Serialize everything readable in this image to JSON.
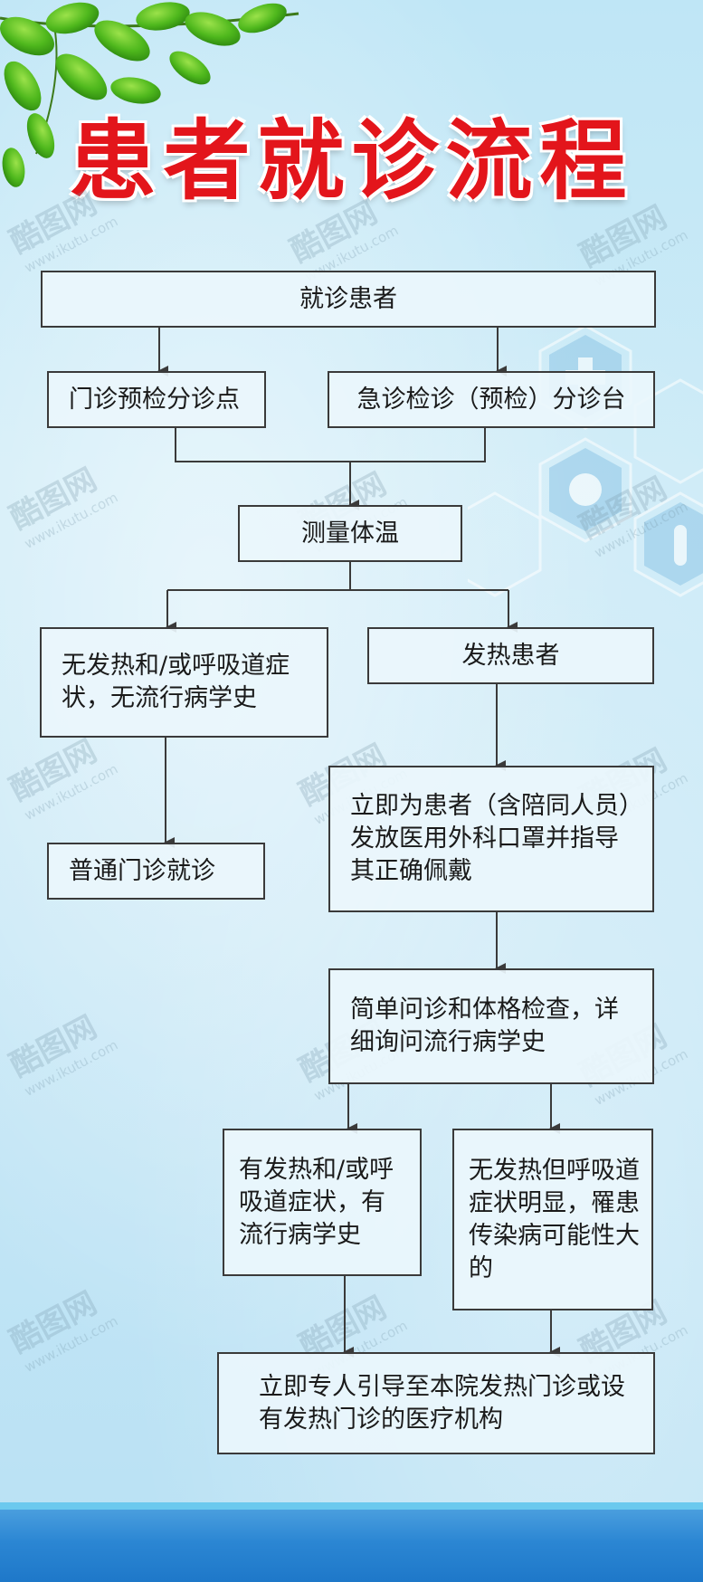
{
  "title": "患者就诊流程",
  "watermark": {
    "brand": "酷图网",
    "url": "www.ikutu.com"
  },
  "nodes": {
    "patient": "就诊患者",
    "outpatient_precheck": "门诊预检分诊点",
    "emergency_triage": "急诊检诊（预检）分诊台",
    "measure_temp": "测量体温",
    "no_fever": "无发热和/或呼吸道症状，无流行病学史",
    "fever": "发热患者",
    "general_clinic": "普通门诊就诊",
    "issue_mask": "立即为患者（含陪同人员）发放医用外科口罩并指导其正确佩戴",
    "consult": "简单问诊和体格检查，详细询问流行病学史",
    "with_history": "有发热和/或呼吸道症状，有流行病学史",
    "high_risk": "无发热但呼吸道症状明显，罹患传染病可能性大的",
    "guide_fever_clinic": "立即专人引导至本院发热门诊或设有发热门诊的医疗机构"
  },
  "colors": {
    "title": "#e3151b",
    "line": "#3a3a3a",
    "box_border": "#3a3a3a"
  }
}
